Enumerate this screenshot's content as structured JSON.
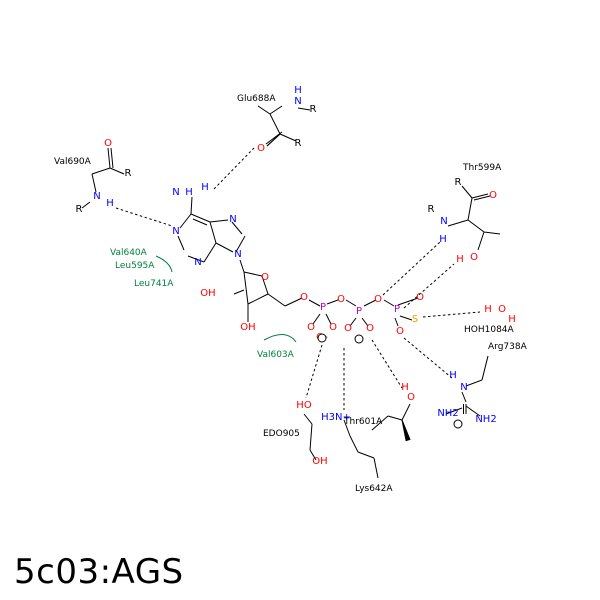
{
  "title": "5c03:AGS",
  "colors": {
    "carbon": "#000000",
    "nitrogen": "#0000ff",
    "oxygen": "#ff0000",
    "phosphorus": "#c000c0",
    "sulfur": "#e6a000",
    "hydrophobic": "#008040"
  },
  "residues": {
    "glu688": "Glu688A",
    "val690": "Val690A",
    "thr599": "Thr599A",
    "val640": "Val640A",
    "leu595": "Leu595A",
    "leu741": "Leu741A",
    "val603": "Val603A",
    "hoh1084": "HOH1084A",
    "arg738": "Arg738A",
    "edo905": "EDO905",
    "thr601": "Thr601A",
    "lys642": "Lys642A"
  },
  "atoms": {
    "R": "R",
    "N": "N",
    "H": "H",
    "O": "O",
    "P": "P",
    "S": "S",
    "NH": "NH",
    "OH": "OH",
    "HO": "HO",
    "NH2": "NH2",
    "NH3plus": "H3N+",
    "Ominus": "O-"
  }
}
